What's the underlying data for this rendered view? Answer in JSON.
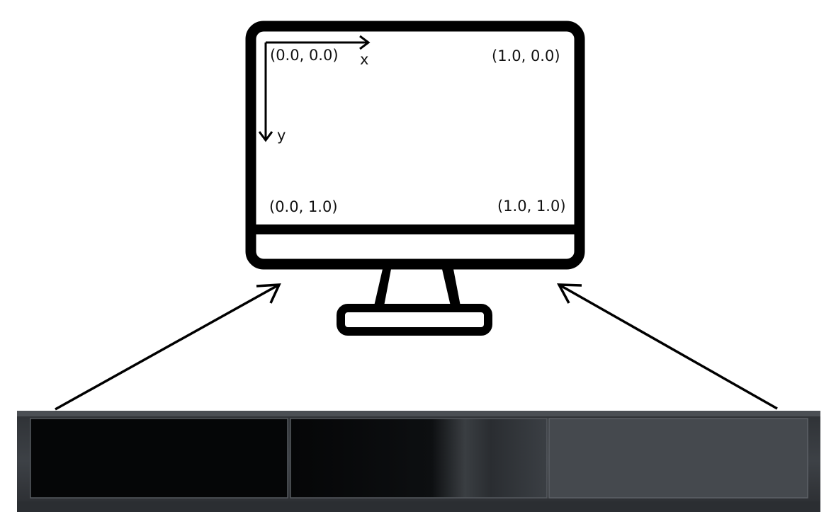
{
  "monitor": {
    "corner_labels": {
      "top_left": "(0.0, 0.0)",
      "top_right": "(1.0, 0.0)",
      "bottom_left": "(0.0, 1.0)",
      "bottom_right": "(1.0, 1.0)"
    },
    "axes": {
      "x_label": "x",
      "y_label": "y"
    }
  },
  "colors": {
    "outline": "#000000",
    "background": "#ffffff",
    "eye_tracker_body": "#3a3d41",
    "eye_tracker_panel_dark": "#060708",
    "eye_tracker_panel_mid": "#1e2124",
    "eye_tracker_panel_light": "#4a4f54"
  },
  "icons": {
    "monitor": "monitor-icon",
    "eye_tracker": "eye-tracker-bar"
  }
}
